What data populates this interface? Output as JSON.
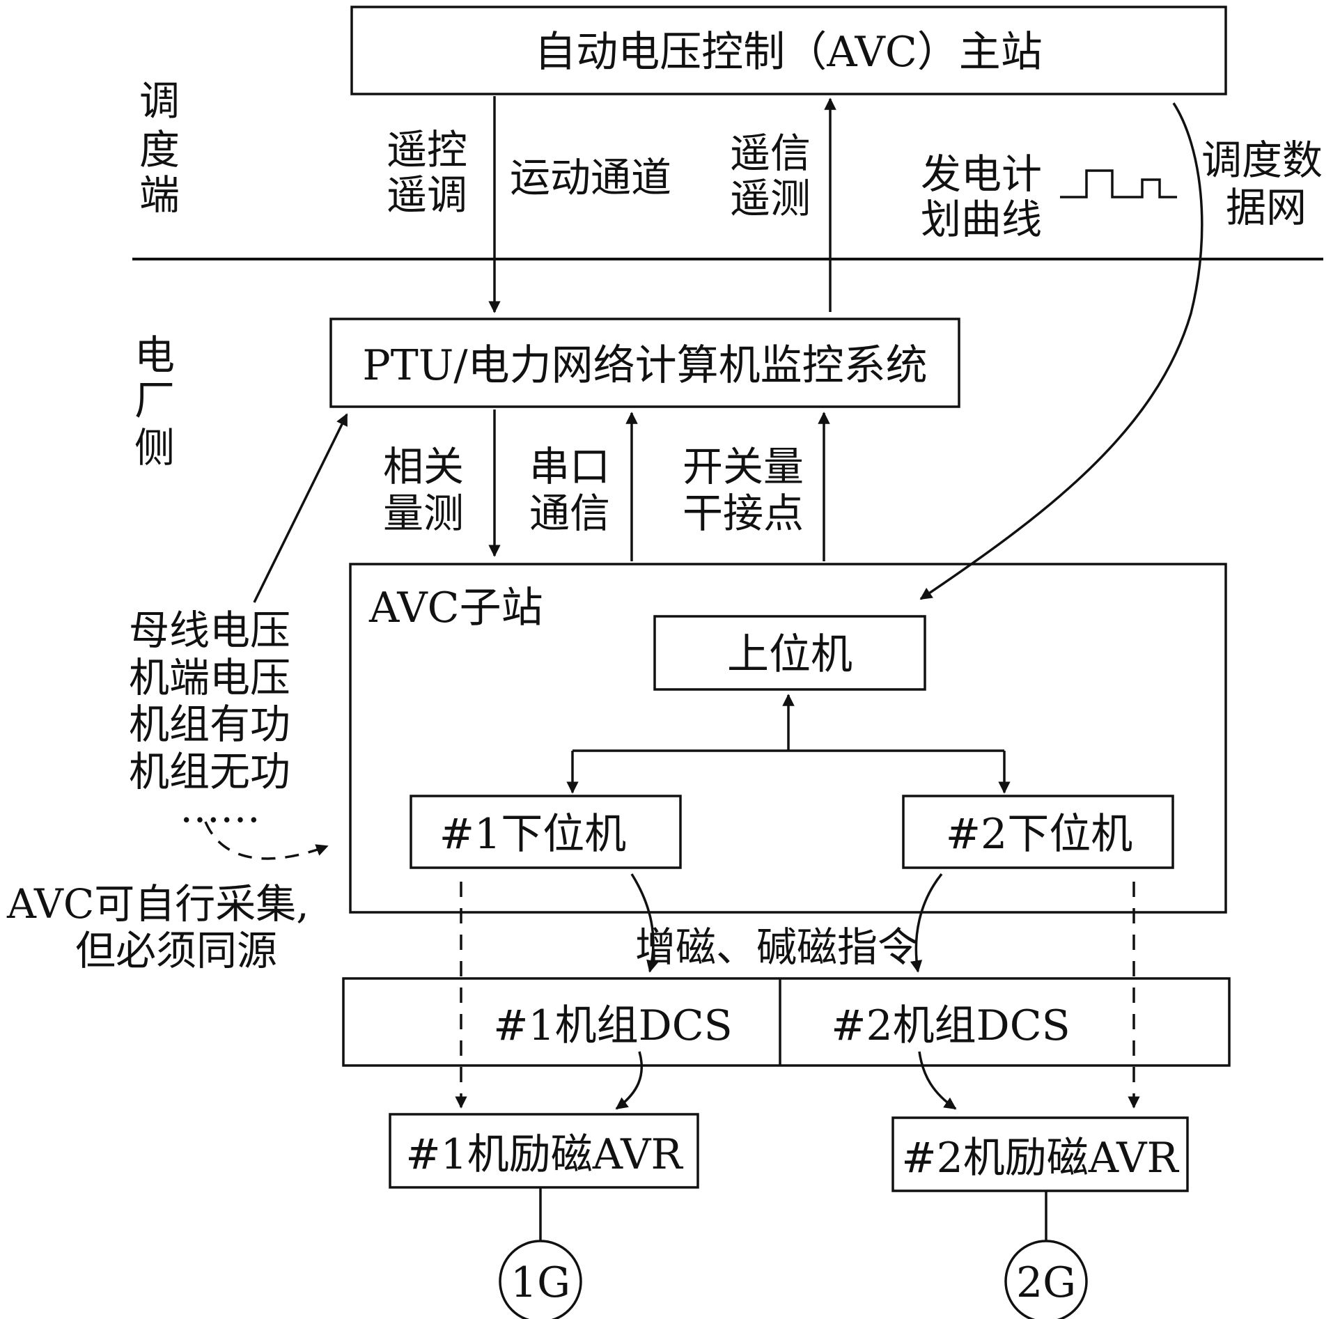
{
  "colors": {
    "ink": "#111111",
    "background": "#ffffff"
  },
  "side_labels": {
    "dispatch": [
      "调",
      "度",
      "端"
    ],
    "plant": [
      "电",
      "厂",
      "侧"
    ]
  },
  "boxes": {
    "avc_master": "自动电压控制（AVC）主站",
    "ptu": "PTU/电力网络计算机监控系统",
    "avc_substation": "AVC子站",
    "upper_computer": "上位机",
    "lower1": "#1下位机",
    "lower2": "#2下位机",
    "dcs1": "#1机组DCS",
    "dcs2": "#2机组DCS",
    "avr1": "#1机励磁AVR",
    "avr2": "#2机励磁AVR",
    "gen1": "1G",
    "gen2": "2G"
  },
  "channel_labels": {
    "remote_control": [
      "遥控",
      "遥调"
    ],
    "telecontrol_channel": "运动通道",
    "remote_signal": [
      "遥信",
      "遥测"
    ],
    "generation_plan": [
      "发电计",
      "划曲线"
    ],
    "dispatch_network": [
      "调度数",
      "据网"
    ],
    "measurement": [
      "相关",
      "量测"
    ],
    "serial": [
      "串口",
      "通信"
    ],
    "switch": [
      "开关量",
      "干接点"
    ],
    "excitation_cmd": "增磁、碱磁指令"
  },
  "measurement_list": {
    "items": [
      "母线电压",
      "机端电压",
      "机组有功",
      "机组无功"
    ],
    "ellipsis": "……",
    "note": [
      "AVC可自行采集,",
      "但必须同源"
    ]
  }
}
